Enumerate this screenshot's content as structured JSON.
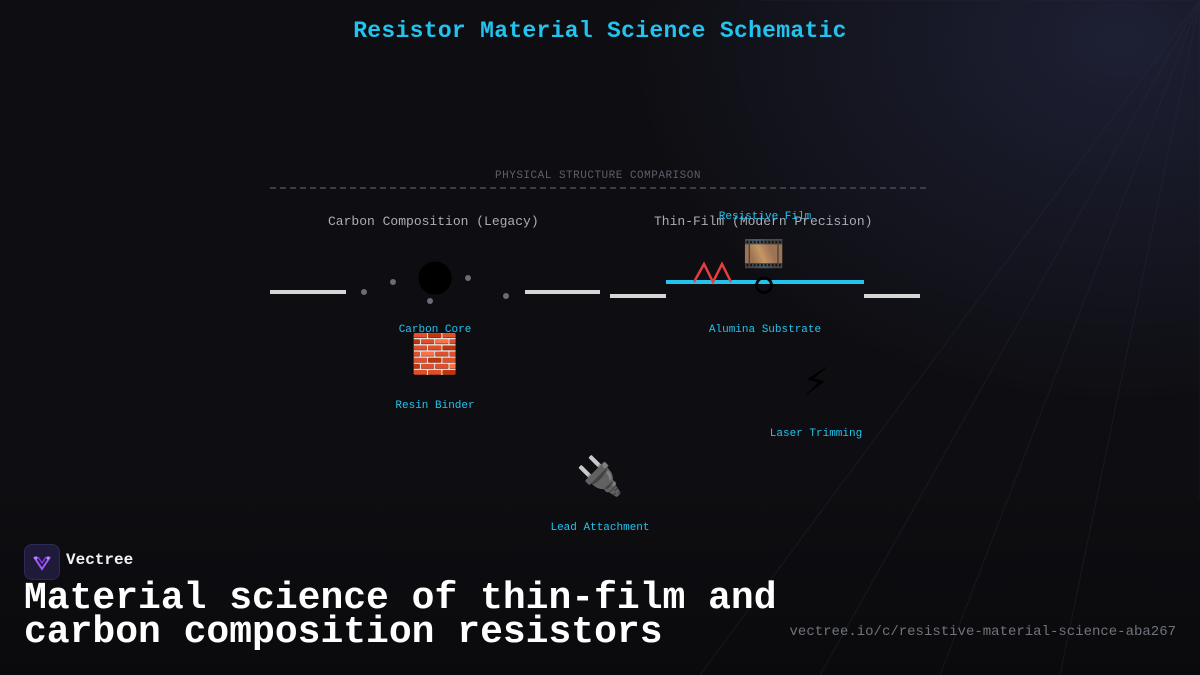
{
  "title": "Resistor Material Science Schematic",
  "section_label": "PHYSICAL STRUCTURE COMPARISON",
  "columns": {
    "left": "Carbon Composition (Legacy)",
    "right": "Thin-Film (Modern Precision)"
  },
  "nodes": {
    "carbon_core": {
      "icon": "🌑",
      "icon_name": "dark-moon-icon",
      "label": "Carbon Core"
    },
    "resin_binder": {
      "icon": "🧱",
      "icon_name": "brick-icon",
      "label": "Resin Binder"
    },
    "resistive_film": {
      "icon": "🎞️",
      "icon_name": "film-frames-icon",
      "label": "Resistive Film"
    },
    "alumina_substrate": {
      "icon": "⚪",
      "icon_name": "white-circle-icon",
      "label": "Alumina Substrate"
    },
    "laser_trimming": {
      "icon": "⚡",
      "icon_name": "lightning-icon",
      "label": "Laser Trimming"
    },
    "lead_attachment": {
      "icon": "🔌",
      "icon_name": "plug-icon",
      "label": "Lead Attachment"
    }
  },
  "colors": {
    "accent": "#22c3ee",
    "zigzag": "#e53e3e",
    "lead": "#d6d6d6",
    "background": "#0e0e12"
  },
  "footer": {
    "brand": "Vectree",
    "headline": "Material science of thin-film and carbon composition resistors",
    "url": "vectree.io/c/resistive-material-science-aba267"
  }
}
